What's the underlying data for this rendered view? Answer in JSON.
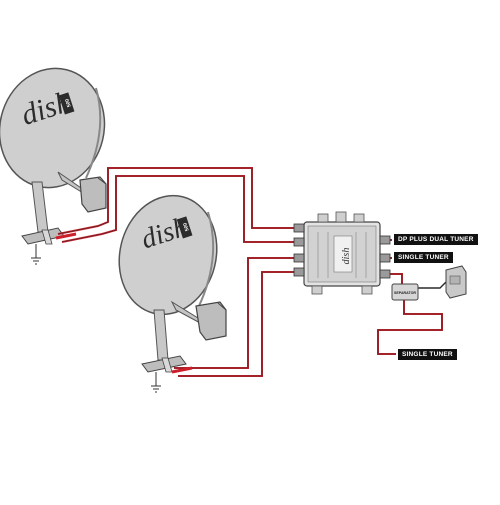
{
  "dish1": {
    "logo": "dish",
    "badge": "500"
  },
  "dish2": {
    "logo": "dish",
    "badge": "500"
  },
  "switch": {
    "logo": "dish"
  },
  "separator": {
    "label": "SEPARATOR"
  },
  "labels": {
    "dual_tuner": "DP PLUS DUAL TUNER",
    "single_tuner_1": "SINGLE TUNER",
    "single_tuner_2": "SINGLE TUNER"
  },
  "colors": {
    "cable_red": "#cc1f2a",
    "cable_dark": "#2a2a2a",
    "dish_fill": "#cfcfcf"
  }
}
